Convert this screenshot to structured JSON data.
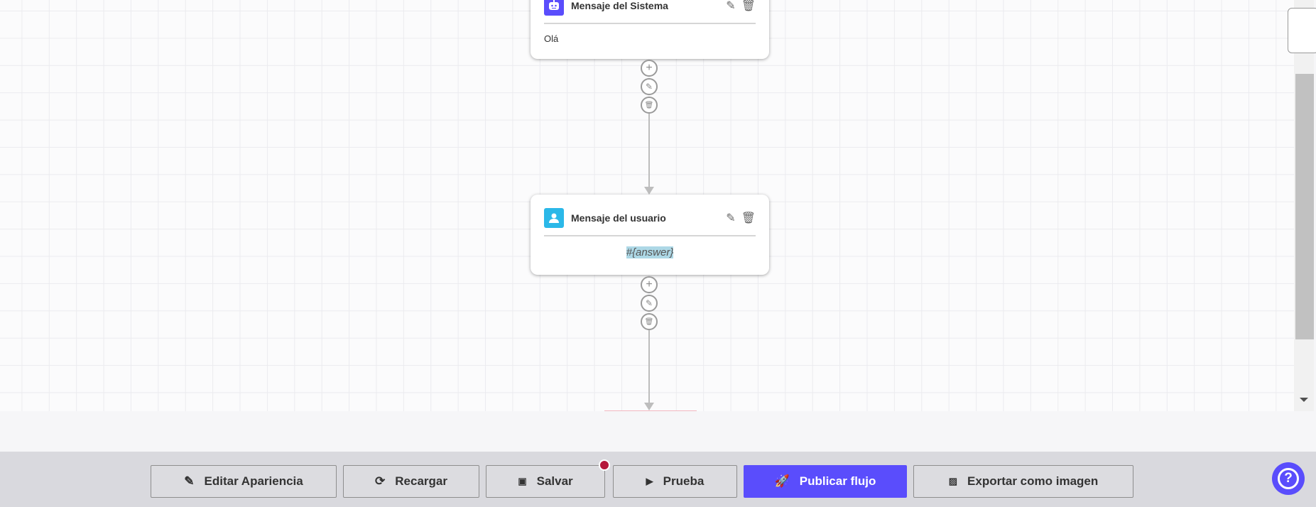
{
  "nodes": [
    {
      "type": "system",
      "title": "Mensaje del Sistema",
      "body": "Olá",
      "color": "#5a4dfc",
      "icon": "robot-icon"
    },
    {
      "type": "user",
      "title": "Mensaje del usuario",
      "body": "#{answer}",
      "color": "#2bb8e8",
      "icon": "user-icon"
    }
  ],
  "toolbar": {
    "edit_appearance": "Editar Apariencia",
    "reload": "Recargar",
    "save": "Salvar",
    "test": "Prueba",
    "publish": "Publicar flujo",
    "export": "Exportar como imagen"
  },
  "help": "?",
  "colors": {
    "accent": "#5a4dfc",
    "unsaved_dot": "#b5173a",
    "highlight": "#add8e6"
  }
}
